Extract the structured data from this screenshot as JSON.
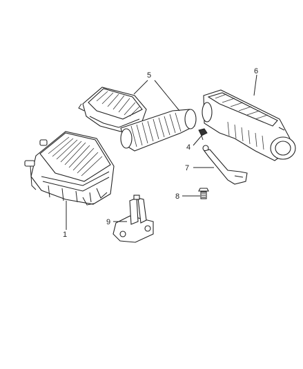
{
  "diagram": {
    "callouts": {
      "c1": "1",
      "c4": "4",
      "c5": "5",
      "c6": "6",
      "c7": "7",
      "c8": "8",
      "c9": "9"
    }
  }
}
